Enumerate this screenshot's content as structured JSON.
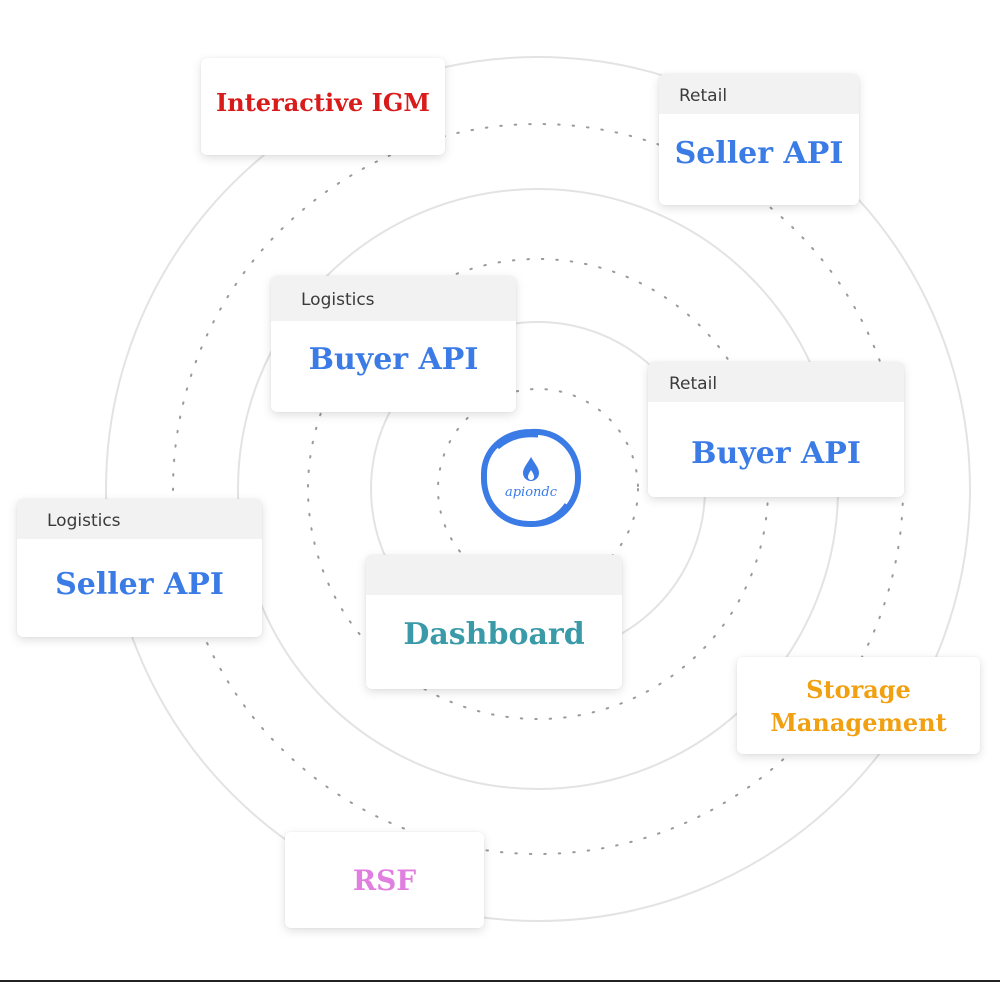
{
  "diagram": {
    "logo_text": "apiondc",
    "cards": [
      {
        "id": "interactive-igm",
        "header": "",
        "title": "Interactive IGM",
        "color": "#d81b1b"
      },
      {
        "id": "retail-seller-api",
        "header": "Retail",
        "title": "Seller API",
        "color": "#3a7be6"
      },
      {
        "id": "logistics-buyer-api",
        "header": "Logistics",
        "title": "Buyer API",
        "color": "#3a7be6"
      },
      {
        "id": "retail-buyer-api",
        "header": "Retail",
        "title": "Buyer API",
        "color": "#3a7be6"
      },
      {
        "id": "logistics-seller-api",
        "header": "Logistics",
        "title": "Seller API",
        "color": "#3a7be6"
      },
      {
        "id": "dashboard",
        "header": "",
        "title": "Dashboard",
        "color": "#3a9aa8"
      },
      {
        "id": "storage-management",
        "header": "",
        "title_line1": "Storage",
        "title_line2": "Management",
        "color": "#f0a010"
      },
      {
        "id": "rsf",
        "header": "",
        "title": "RSF",
        "color": "#e07fe0"
      }
    ]
  }
}
